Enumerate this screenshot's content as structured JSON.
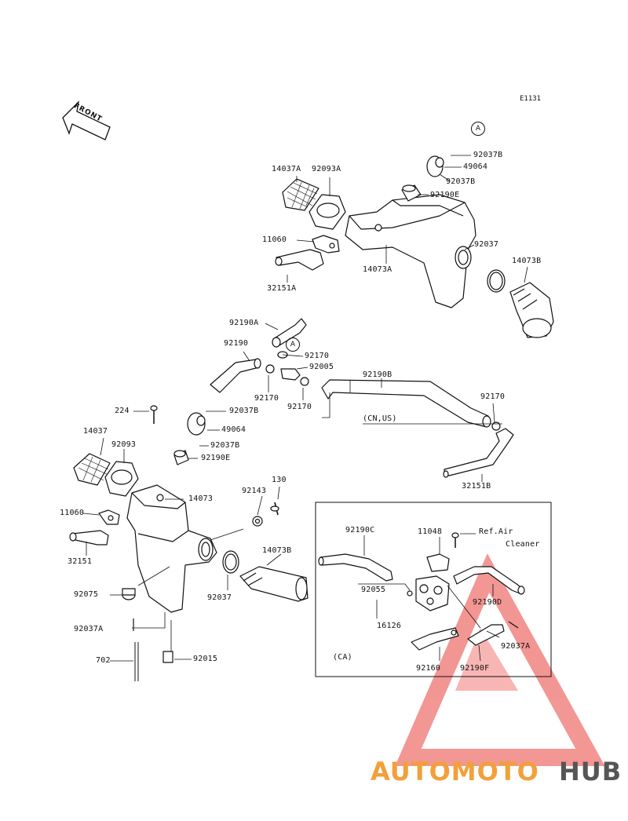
{
  "diagram_code": "E1131",
  "front_label": "FRONT",
  "ref_circle": "A",
  "callouts": [
    {
      "id": "p92037B-a",
      "text": "92037B"
    },
    {
      "id": "p49064-a",
      "text": "49064"
    },
    {
      "id": "p92037B-b",
      "text": "92037B"
    },
    {
      "id": "p92190E-a",
      "text": "92190E"
    },
    {
      "id": "p14037A",
      "text": "14037A"
    },
    {
      "id": "p92093A",
      "text": "92093A"
    },
    {
      "id": "p11060-a",
      "text": "11060"
    },
    {
      "id": "p92037-a",
      "text": "92037"
    },
    {
      "id": "p14073B-a",
      "text": "14073B"
    },
    {
      "id": "p14073A",
      "text": "14073A"
    },
    {
      "id": "p32151A",
      "text": "32151A"
    },
    {
      "id": "p92190A",
      "text": "92190A"
    },
    {
      "id": "p92190",
      "text": "92190"
    },
    {
      "id": "p92170-a",
      "text": "92170"
    },
    {
      "id": "p92005",
      "text": "92005"
    },
    {
      "id": "p92190B",
      "text": "92190B"
    },
    {
      "id": "p92170-b",
      "text": "92170"
    },
    {
      "id": "p92170-c",
      "text": "92170"
    },
    {
      "id": "p92170-d",
      "text": "92170"
    },
    {
      "id": "p224",
      "text": "224"
    },
    {
      "id": "p92037B-c",
      "text": "92037B"
    },
    {
      "id": "p49064-b",
      "text": "49064"
    },
    {
      "id": "pCNUS",
      "text": "(CN,US)"
    },
    {
      "id": "p14037",
      "text": "14037"
    },
    {
      "id": "p92093",
      "text": "92093"
    },
    {
      "id": "p92037B-d",
      "text": "92037B"
    },
    {
      "id": "p92190E-b",
      "text": "92190E"
    },
    {
      "id": "p32151B",
      "text": "32151B"
    },
    {
      "id": "p130",
      "text": "130"
    },
    {
      "id": "p14073",
      "text": "14073"
    },
    {
      "id": "p92143",
      "text": "92143"
    },
    {
      "id": "p11060-b",
      "text": "11060"
    },
    {
      "id": "p92190C",
      "text": "92190C"
    },
    {
      "id": "p11048",
      "text": "11048"
    },
    {
      "id": "pRefAir",
      "text": "Ref.Air"
    },
    {
      "id": "pCleaner",
      "text": "Cleaner"
    },
    {
      "id": "p32151",
      "text": "32151"
    },
    {
      "id": "p14073B-b",
      "text": "14073B"
    },
    {
      "id": "p92075",
      "text": "92075"
    },
    {
      "id": "p92037-b",
      "text": "92037"
    },
    {
      "id": "p92055",
      "text": "92055"
    },
    {
      "id": "p92190D",
      "text": "92190D"
    },
    {
      "id": "p92037A-a",
      "text": "92037A"
    },
    {
      "id": "p16126",
      "text": "16126"
    },
    {
      "id": "p92037A-b",
      "text": "92037A"
    },
    {
      "id": "p702",
      "text": "702"
    },
    {
      "id": "p92015",
      "text": "92015"
    },
    {
      "id": "pCA",
      "text": "(CA)"
    },
    {
      "id": "p92160",
      "text": "92160"
    },
    {
      "id": "p92190F",
      "text": "92190F"
    }
  ],
  "watermark": {
    "word_a": "AUTOMOTO",
    "word_b": "HUB",
    "color_a": "#f2a03a",
    "color_b": "#555555",
    "triangle_color": "#e8413c"
  }
}
